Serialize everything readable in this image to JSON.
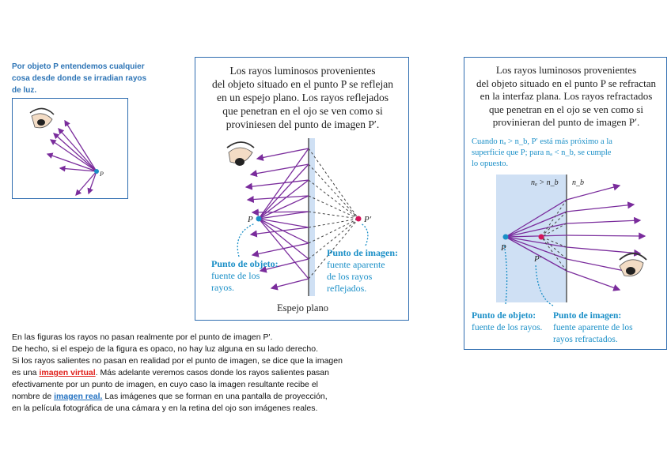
{
  "intro_text": "Por objeto P entendemos cualquier cosa desde donde se irradian rayos de luz.",
  "fig1": {
    "label_p": "P"
  },
  "fig2": {
    "caption": [
      "Los rayos luminosos provenientes",
      "del objeto situado en el punto P se reflejan",
      "en un espejo plano. Los rayos reflejados",
      "que penetran en el ojo se ven como si",
      "proviniesen del punto de imagen P′."
    ],
    "label_p": "P",
    "label_pp": "P′",
    "object_title": "Punto de objeto:",
    "object_desc": [
      "fuente de los",
      "rayos."
    ],
    "image_title": "Punto de imagen:",
    "image_desc": [
      "fuente aparente",
      "de los rayos",
      "reflejados."
    ],
    "mirror_label": "Espejo plano"
  },
  "fig3": {
    "caption": [
      "Los rayos luminosos provenientes",
      "del objeto situado en el punto P se refractan",
      "en la interfaz plana. Los rayos refractados",
      "que penetran en el ojo se ven como si",
      "provinieran del punto de imagen P′."
    ],
    "note": [
      "Cuando nₐ > n_b, P′ está más próximo a la",
      "superficie que P; para nₐ < n_b, se cumple",
      "lo opuesto."
    ],
    "medium_a": "nₐ > n_b",
    "medium_b": "n_b",
    "label_p": "P",
    "label_pp": "P′",
    "object_title": "Punto de objeto:",
    "object_desc": "fuente de los rayos.",
    "image_title": "Punto de imagen:",
    "image_desc": [
      "fuente aparente de los",
      "rayos refractados."
    ]
  },
  "paragraph": {
    "line1": "En las figuras los rayos no pasan realmente por el punto de imagen P'.",
    "line2": "De hecho, si el espejo de la figura es opaco, no hay luz alguna en su lado derecho.",
    "line3": "Si los rayos salientes no pasan en realidad por el punto de imagen, se dice que la imagen",
    "line4_pre": "es una ",
    "virtual": "imagen virtual",
    "line4_post": ". Más adelante veremos casos donde los rayos salientes pasan",
    "line5": "efectivamente por un punto de imagen, en cuyo caso la imagen resultante recibe el",
    "line6_pre": "nombre de ",
    "real": "imagen real.",
    "line6_post": " Las imágenes que se forman en una pantalla de proyección,",
    "line7": "en la película fotográfica de una cámara y en la retina del ojo son imágenes reales."
  }
}
